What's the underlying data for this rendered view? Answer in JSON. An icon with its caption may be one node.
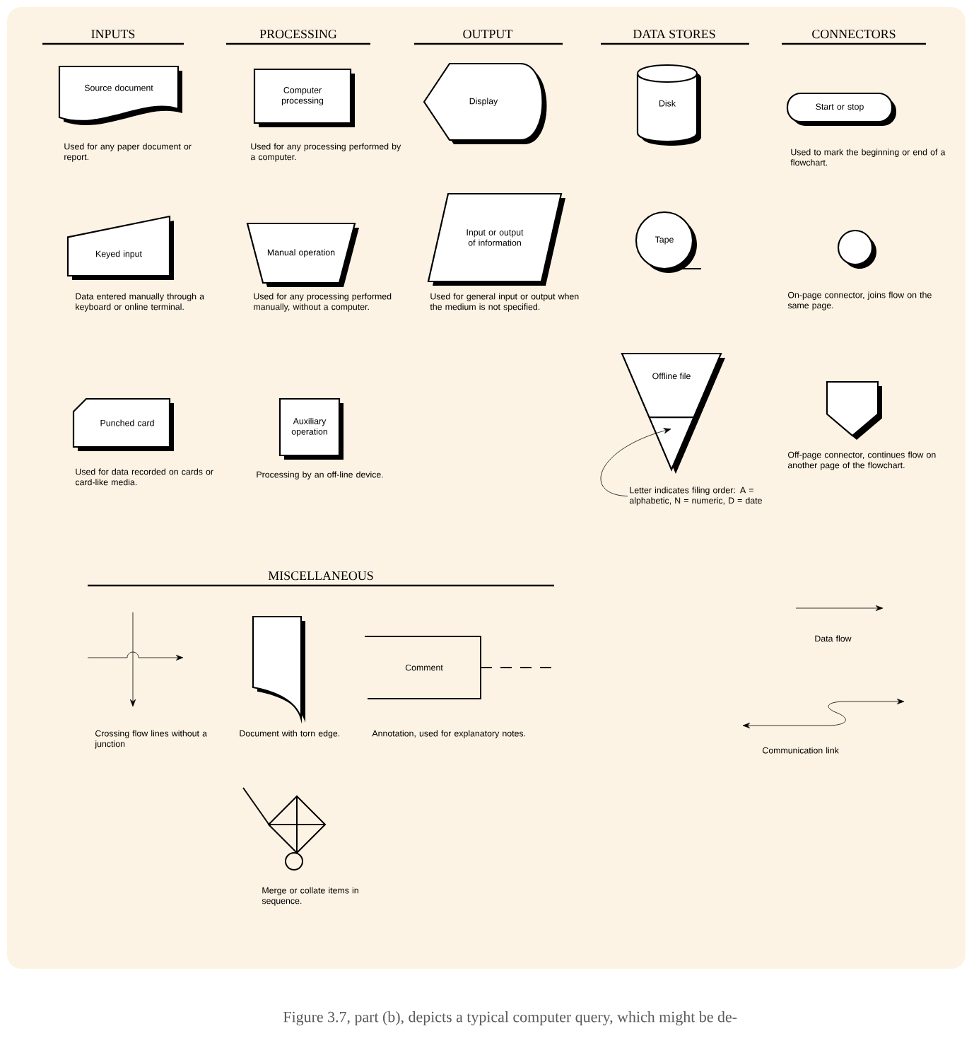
{
  "diagram": {
    "caption": "Figure 3.7, part (b), depicts a typical computer query, which might be de-",
    "nodes": [
      {
        "text": [
          "Source document"
        ],
        "beside": [
          "Used for any paper document or report."
        ]
      },
      {
        "text": [
          "Keyed input"
        ],
        "beside": [
          "Data entered manually through a keyboard or online terminal."
        ]
      },
      {
        "text": [
          "Punched card"
        ],
        "beside": [
          "Used for data recorded on cards or card-like media."
        ]
      },
      {
        "text": [
          "Computer processing"
        ],
        "beside": [
          "Used for any processing performed by a computer."
        ]
      },
      {
        "text": [
          "Manual operation"
        ],
        "beside": [
          "Used for any processing performed manually, without a computer."
        ]
      },
      {
        "text": [
          "Auxiliary operation"
        ],
        "beside": [
          "Processing by an off-line device."
        ]
      },
      {
        "text": [
          "Display"
        ]
      },
      {
        "text": [
          "Input or output of information"
        ],
        "beside": [
          "Used for general input or output when the medium is not specified."
        ]
      },
      {
        "text": [
          "Disk"
        ]
      },
      {
        "text": [
          "Tape"
        ]
      },
      {
        "text": [
          "Offline file"
        ]
      },
      {
        "text": [
          "Letter indicates filing order: A = alphabetic, N = numeric, D = date"
        ]
      },
      {
        "text": [
          "Start or stop"
        ],
        "beside": [
          "Used to mark the beginning or end of a flowchart."
        ]
      },
      {
        "text": [],
        "shape": "circle",
        "beside": [
          "On-page connector, joins flow on the same page."
        ]
      },
      {
        "text": [],
        "shape": "pentagon",
        "beside": [
          "Off-page connector, continues flow on another page of the flowchart."
        ]
      },
      {
        "text": [],
        "shape": "document",
        "beside": [
          "Document with torn edge."
        ]
      },
      {
        "text": [
          "Comment"
        ],
        "beside": [
          "Annotation, used for explanatory notes."
        ]
      },
      {
        "text": [],
        "shape": "diamond",
        "beside": [
          "Merge or collate items in sequence."
        ]
      }
    ],
    "edges": [
      {
        "from": 11,
        "to": 10,
        "arrow": "to"
      }
    ],
    "labels": [
      "INPUTS",
      "PROCESSING",
      "OUTPUT",
      "DATA STORES",
      "CONNECTORS",
      "Data flow",
      "MISCELLANEOUS",
      "Crossing flow lines without a junction",
      "Communication link"
    ]
  }
}
